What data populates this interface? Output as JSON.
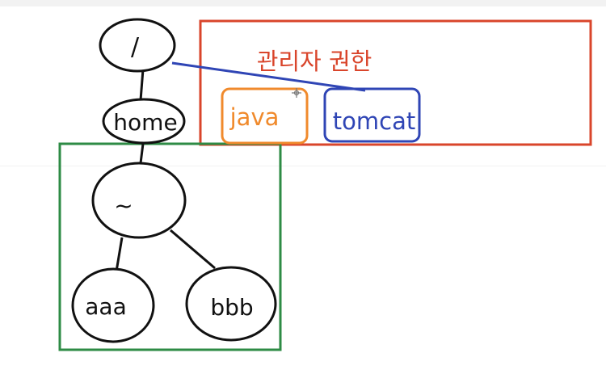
{
  "diagram": {
    "nodes": {
      "root": {
        "label": "/"
      },
      "home": {
        "label": "home"
      },
      "tilde": {
        "label": "~"
      },
      "aaa": {
        "label": "aaa"
      },
      "bbb": {
        "label": "bbb"
      }
    },
    "admin_box": {
      "label": "관리자 권한",
      "items": {
        "java": {
          "label": "java"
        },
        "tomcat": {
          "label": "tomcat"
        }
      }
    },
    "colors": {
      "tree_stroke": "#111111",
      "admin_box": "#d9452b",
      "home_box": "#2e8b45",
      "java": "#f08a2c",
      "tomcat": "#2f45b5",
      "link": "#2f45b5"
    }
  }
}
